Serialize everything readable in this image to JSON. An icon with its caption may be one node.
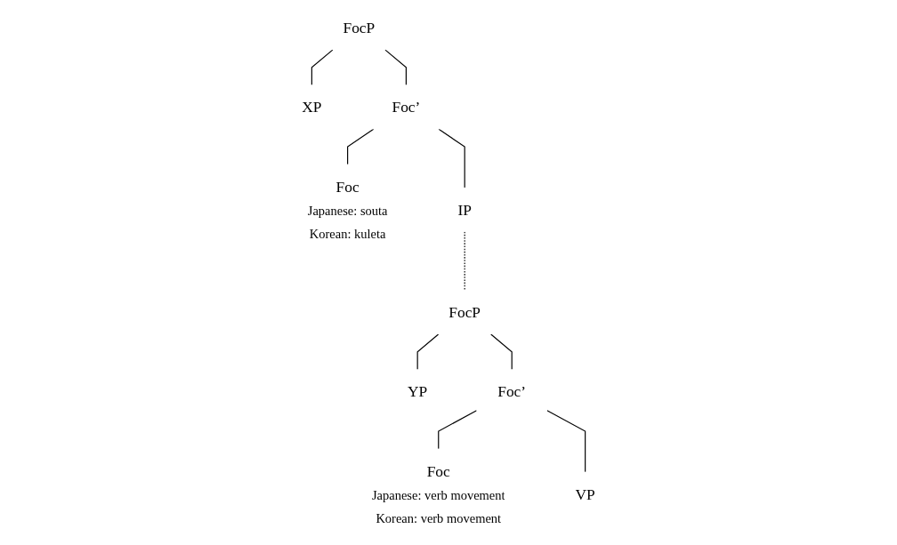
{
  "diagram": {
    "nodes": [
      {
        "text": [
          "FocP"
        ]
      },
      {
        "text": [
          "XP"
        ]
      },
      {
        "text": [
          "Foc’"
        ]
      },
      {
        "text": [
          "Foc",
          "Japanese: souta",
          "Korean: kuleta"
        ]
      },
      {
        "text": [
          "IP"
        ]
      },
      {
        "text": [
          "FocP"
        ]
      },
      {
        "text": [
          "YP"
        ]
      },
      {
        "text": [
          "Foc’"
        ]
      },
      {
        "text": [
          "Foc",
          "Japanese: verb movement",
          "Korean: verb movement"
        ]
      },
      {
        "text": [
          "VP"
        ]
      }
    ],
    "edges": [
      {
        "from": 0,
        "to": 1,
        "arrow": "none"
      },
      {
        "from": 0,
        "to": 2,
        "arrow": "none"
      },
      {
        "from": 2,
        "to": 3,
        "arrow": "none"
      },
      {
        "from": 2,
        "to": 4,
        "arrow": "none"
      },
      {
        "from": 4,
        "to": 5,
        "arrow": "none",
        "style": "dashed"
      },
      {
        "from": 5,
        "to": 6,
        "arrow": "none"
      },
      {
        "from": 5,
        "to": 7,
        "arrow": "none"
      },
      {
        "from": 7,
        "to": 8,
        "arrow": "none"
      },
      {
        "from": 7,
        "to": 9,
        "arrow": "none"
      }
    ]
  }
}
